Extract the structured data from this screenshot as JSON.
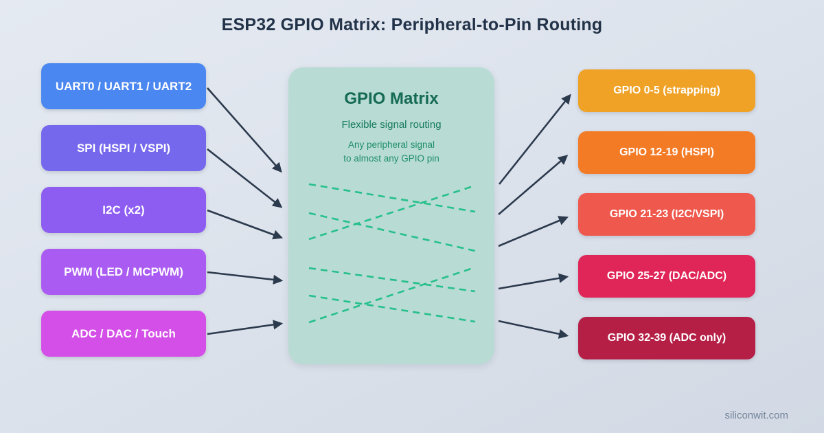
{
  "title": "ESP32 GPIO Matrix: Peripheral-to-Pin Routing",
  "watermark": "siliconwit.com",
  "left_column": {
    "items": [
      {
        "label": "UART0 / UART1 / UART2",
        "color": "#4b87f0"
      },
      {
        "label": "SPI (HSPI / VSPI)",
        "color": "#7668ec"
      },
      {
        "label": "I2C (x2)",
        "color": "#8d5cf0"
      },
      {
        "label": "PWM (LED / MCPWM)",
        "color": "#aa5cf2"
      },
      {
        "label": "ADC / DAC / Touch",
        "color": "#d44fe8"
      }
    ]
  },
  "matrix": {
    "title": "GPIO Matrix",
    "subtitle": "Flexible signal routing",
    "description_line1": "Any peripheral signal",
    "description_line2": "to almost any GPIO pin",
    "background": "#b8dbd4",
    "dash_color": "#25c08a"
  },
  "right_column": {
    "items": [
      {
        "label": "GPIO 0-5 (strapping)",
        "color": "#efa226"
      },
      {
        "label": "GPIO 12-19 (HSPI)",
        "color": "#f47b26"
      },
      {
        "label": "GPIO 21-23 (I2C/VSPI)",
        "color": "#ef584c"
      },
      {
        "label": "GPIO 25-27 (DAC/ADC)",
        "color": "#e02658"
      },
      {
        "label": "GPIO 32-39 (ADC only)",
        "color": "#b51f46"
      }
    ]
  },
  "arrow_color": "#2c3a4e"
}
